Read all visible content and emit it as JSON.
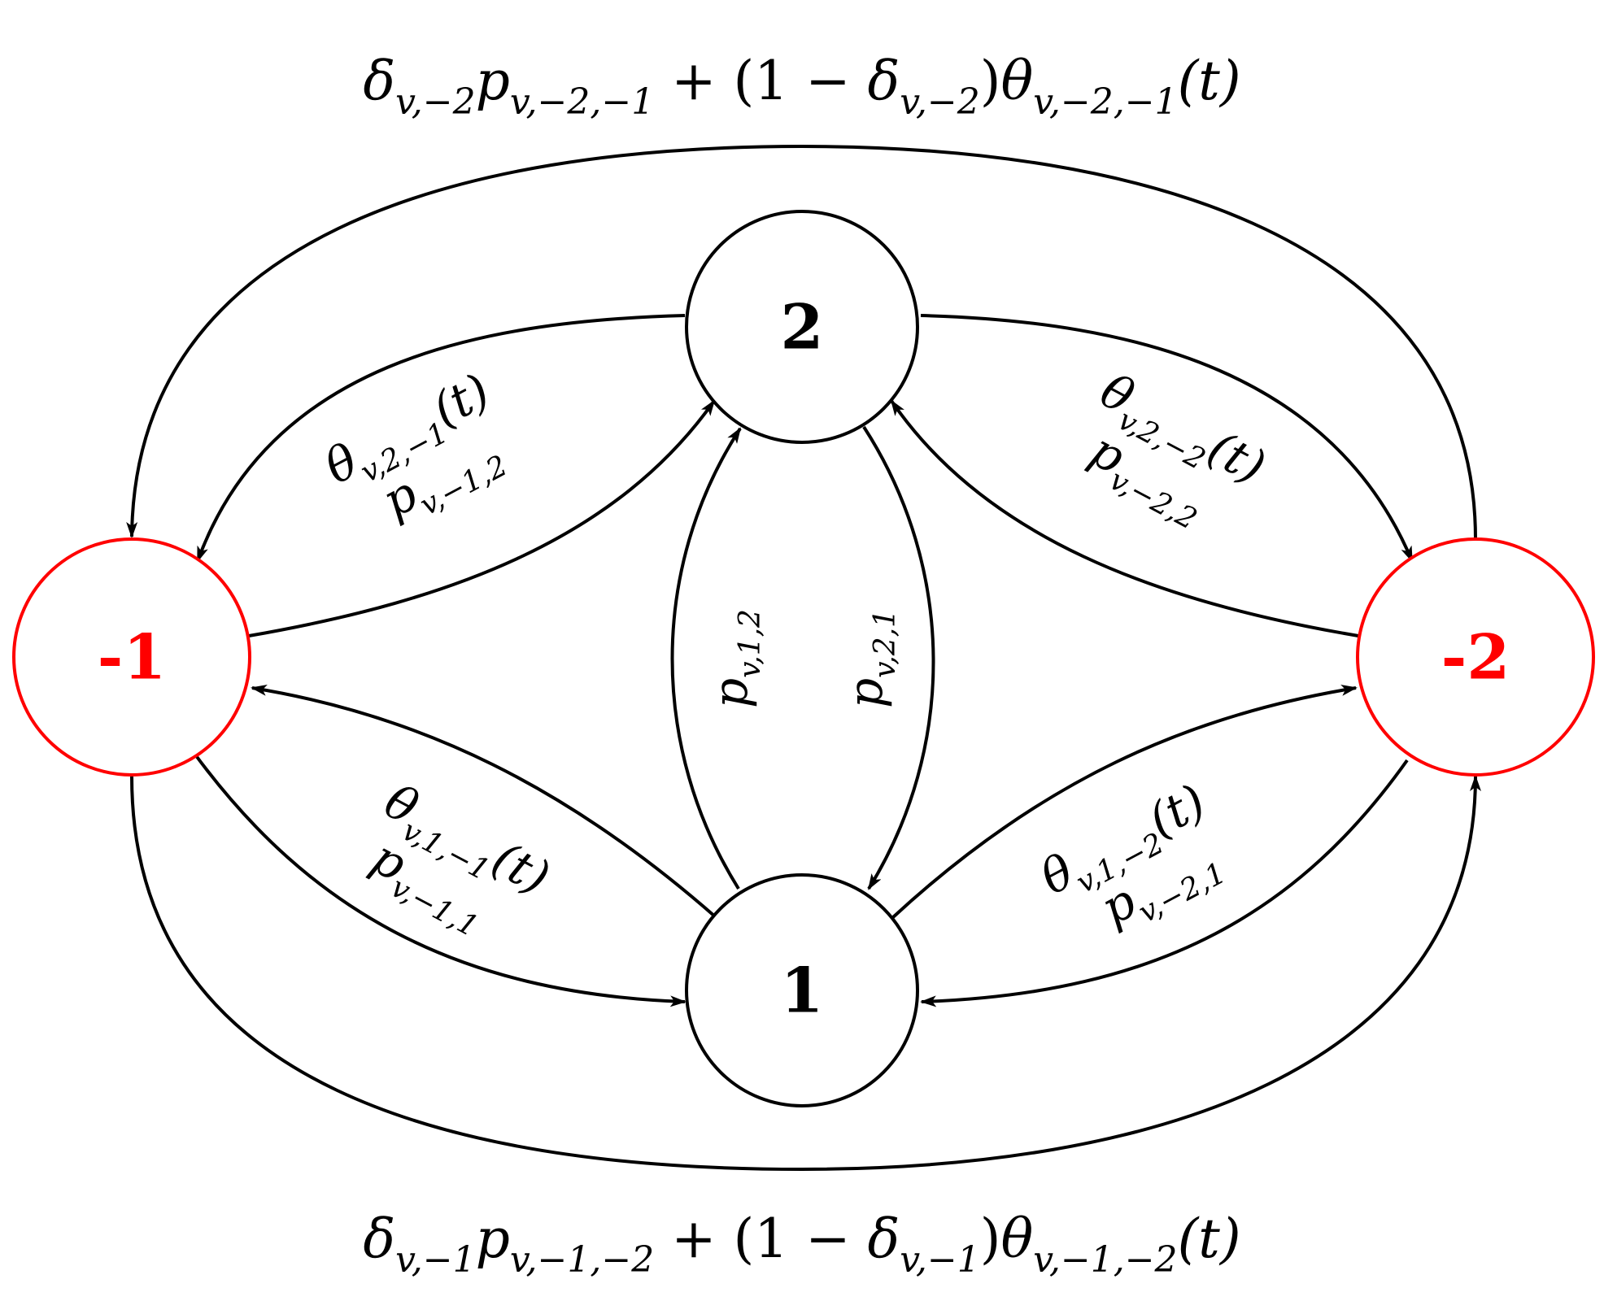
{
  "nodes": {
    "n2": {
      "label": "2",
      "color": "#000000"
    },
    "n1": {
      "label": "1",
      "color": "#000000"
    },
    "nm1": {
      "label": "-1",
      "color": "#ff0000"
    },
    "nm2": {
      "label": "-2",
      "color": "#ff0000"
    }
  },
  "labels": {
    "top": {
      "d": "δ",
      "d_sub": "v,−2",
      "p": "p",
      "p_sub": "v,−2,−1",
      "mid": " + (1 − ",
      "d2": "δ",
      "d2_sub": "v,−2",
      "close": ")",
      "th": "θ",
      "th_sub": "v,−2,−1",
      "t": "(t)"
    },
    "bottom": {
      "d": "δ",
      "d_sub": "v,−1",
      "p": "p",
      "p_sub": "v,−1,−2",
      "mid": " + (1 − ",
      "d2": "δ",
      "d2_sub": "v,−1",
      "close": ")",
      "th": "θ",
      "th_sub": "v,−1,−2",
      "t": "(t)"
    },
    "ul_theta": {
      "s": "θ",
      "sub": "v,2,−1",
      "t": "(t)"
    },
    "ul_p": {
      "s": "p",
      "sub": "v,−1,2"
    },
    "ur_theta": {
      "s": "θ",
      "sub": "v,2,−2",
      "t": "(t)"
    },
    "ur_p": {
      "s": "p",
      "sub": "v,−2,2"
    },
    "ll_theta": {
      "s": "θ",
      "sub": "v,1,−1",
      "t": "(t)"
    },
    "ll_p": {
      "s": "p",
      "sub": "v,−1,1"
    },
    "lr_theta": {
      "s": "θ",
      "sub": "v,1,−2",
      "t": "(t)"
    },
    "lr_p": {
      "s": "p",
      "sub": "v,−2,1"
    },
    "c_left": {
      "s": "p",
      "sub": "v,1,2"
    },
    "c_right": {
      "s": "p",
      "sub": "v,2,1"
    }
  }
}
